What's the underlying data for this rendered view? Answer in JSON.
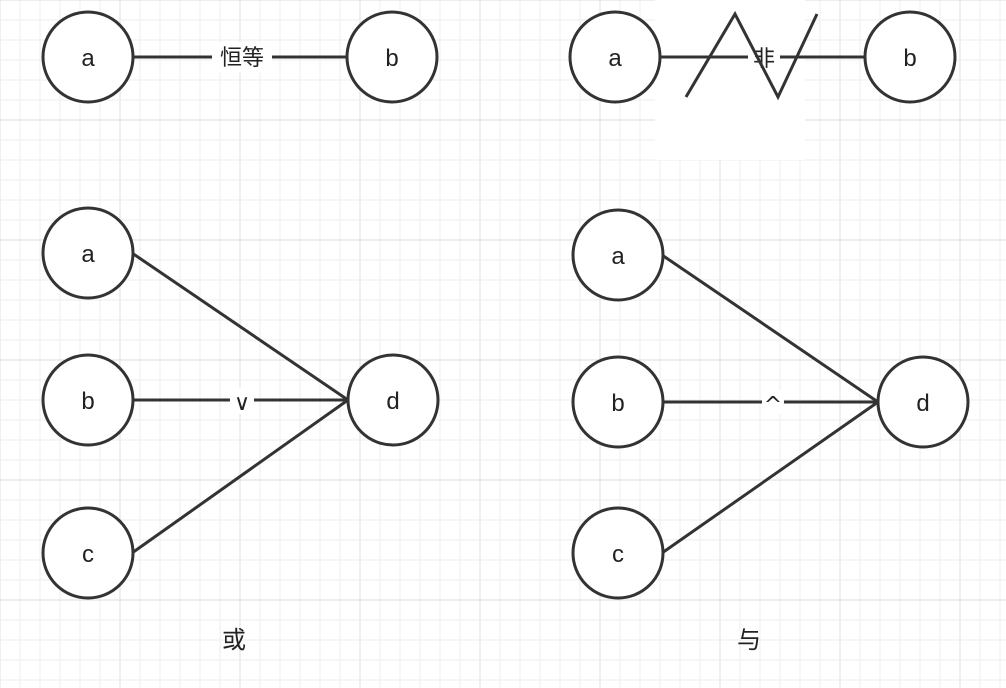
{
  "colors": {
    "background": "#ffffff",
    "grid_minor": "#eeeeee",
    "grid_major": "#dddddd",
    "stroke": "#333333",
    "text": "#222222"
  },
  "diagrams": {
    "identity": {
      "nodes": {
        "left": "a",
        "right": "b"
      },
      "edge_label": "恒等"
    },
    "not": {
      "nodes": {
        "left": "a",
        "right": "b"
      },
      "edge_label": "非"
    },
    "or": {
      "nodes": {
        "top": "a",
        "middle": "b",
        "bottom": "c",
        "target": "d"
      },
      "edge_label": "∨",
      "caption": "或"
    },
    "and": {
      "nodes": {
        "top": "a",
        "middle": "b",
        "bottom": "c",
        "target": "d"
      },
      "edge_label": "^",
      "caption": "与"
    }
  }
}
